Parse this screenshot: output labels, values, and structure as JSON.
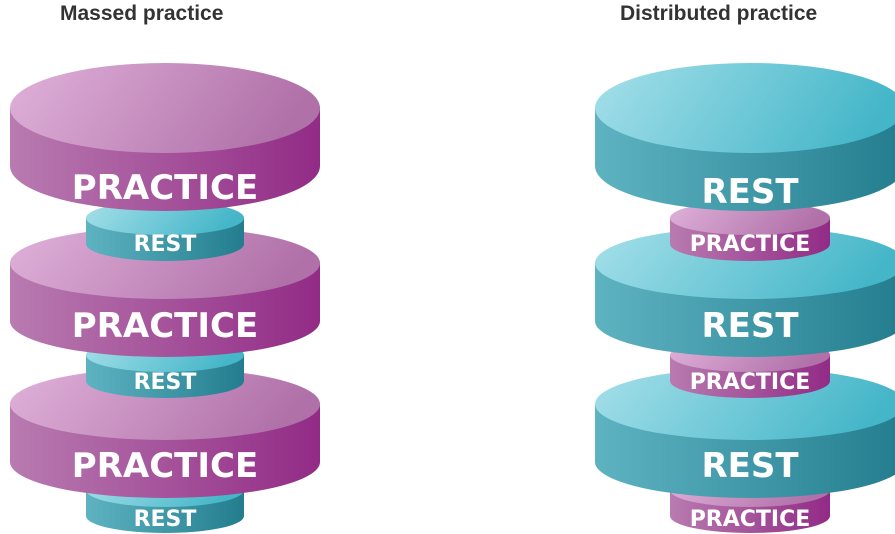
{
  "massed": {
    "title": "Massed practice",
    "tiers": [
      {
        "wide": "PRACTICE",
        "narrow": "REST"
      },
      {
        "wide": "PRACTICE",
        "narrow": "REST"
      },
      {
        "wide": "PRACTICE",
        "narrow": "REST"
      }
    ]
  },
  "distributed": {
    "title": "Distributed practice",
    "tiers": [
      {
        "wide": "REST",
        "narrow": "PRACTICE"
      },
      {
        "wide": "REST",
        "narrow": "PRACTICE"
      },
      {
        "wide": "REST",
        "narrow": "PRACTICE"
      }
    ]
  },
  "colors": {
    "practice_top_light": "#e0b2da",
    "practice_top_dark": "#b070a8",
    "practice_side_light": "#b87bb0",
    "practice_side_dark": "#922b86",
    "rest_top_light": "#a6e0ea",
    "rest_top_dark": "#44b6c8",
    "rest_side_light": "#5eb3c1",
    "rest_side_dark": "#237d8e"
  }
}
